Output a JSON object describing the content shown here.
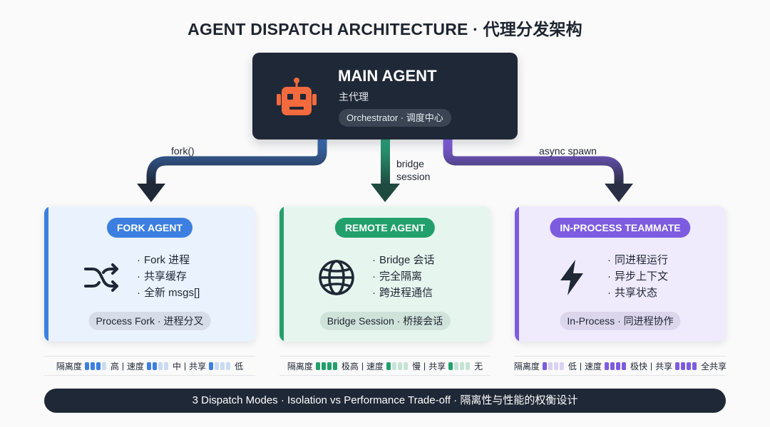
{
  "title": "AGENT DISPATCH ARCHITECTURE · 代理分发架构",
  "main_agent": {
    "title": "MAIN AGENT",
    "subtitle": "主代理",
    "pill": "Orchestrator · 调度中心",
    "icon": "robot-icon"
  },
  "arrows": {
    "fork": "fork()",
    "bridge_line1": "bridge",
    "bridge_line2": "session",
    "async": "async spawn"
  },
  "colors": {
    "fork": "#3d7fe0",
    "remote": "#22a06b",
    "teammate": "#7d5ce0",
    "dark": "#1f2836"
  },
  "agents": [
    {
      "badge": "FORK AGENT",
      "icon": "shuffle-icon",
      "features": [
        "Fork 进程",
        "共享缓存",
        "全新 msgs[]"
      ],
      "footer": "Process Fork · 进程分叉",
      "metrics": {
        "isolation_label": "隔离度",
        "isolation_level": 3,
        "isolation_text": "高",
        "speed_label": "速度",
        "speed_level": 2,
        "speed_text": "中",
        "share_label": "共享",
        "share_level": 1,
        "share_text": "低"
      }
    },
    {
      "badge": "REMOTE AGENT",
      "icon": "globe-icon",
      "features": [
        "Bridge 会话",
        "完全隔离",
        "跨进程通信"
      ],
      "footer": "Bridge Session · 桥接会话",
      "metrics": {
        "isolation_label": "隔离度",
        "isolation_level": 4,
        "isolation_text": "极高",
        "speed_label": "速度",
        "speed_level": 1,
        "speed_text": "慢",
        "share_label": "共享",
        "share_level": 1,
        "share_text": "无"
      }
    },
    {
      "badge": "IN-PROCESS TEAMMATE",
      "icon": "lightning-icon",
      "features": [
        "同进程运行",
        "异步上下文",
        "共享状态"
      ],
      "footer": "In-Process · 同进程协作",
      "metrics": {
        "isolation_label": "隔离度",
        "isolation_level": 1,
        "isolation_text": "低",
        "speed_label": "速度",
        "speed_level": 4,
        "speed_text": "极快",
        "share_label": "共享",
        "share_level": 4,
        "share_text": "全共享"
      }
    }
  ],
  "banner": "3 Dispatch Modes · Isolation vs Performance Trade-off · 隔离性与性能的权衡设计"
}
